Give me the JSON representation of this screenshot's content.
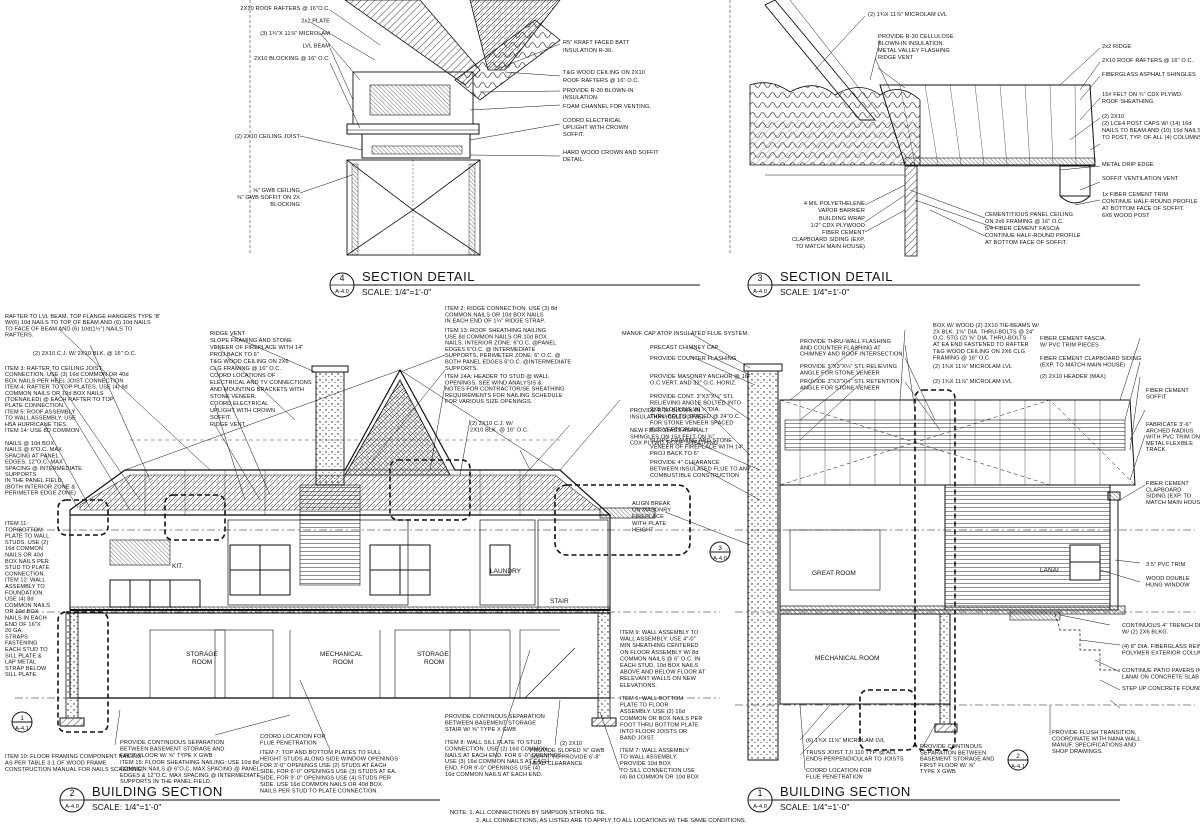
{
  "drawings": {
    "d4": {
      "num": "4",
      "sheet": "A-4.0",
      "title": "SECTION DETAIL",
      "scale": "SCALE:  1/4\"=1'-0\""
    },
    "d3": {
      "num": "3",
      "sheet": "A-4.0",
      "title": "SECTION DETAIL",
      "scale": "SCALE:  1/4\"=1'-0\""
    },
    "d2": {
      "num": "2",
      "sheet": "A-4.0",
      "title": "BUILDING SECTION",
      "scale": "SCALE:  1/4\"=1'-0\""
    },
    "d1": {
      "num": "1",
      "sheet": "A-4.0",
      "title": "BUILDING SECTION",
      "scale": "SCALE:  1/4\"=1'-0\""
    }
  },
  "d4_left": [
    "2X10 ROOF RAFTERS @ 16\"O.C.",
    "2x2 PLATE",
    "(3) 1¾\"X 11⅞\" MICROLAM",
    "LVL BEAM",
    "2X10 BLOCKING @ 16\" O.C.",
    "(2) 2X10 CEILING JOIST",
    "⅝\" GWB CEILING",
    "⅝\" GWB SOFFIT ON 2X",
    "BLOCKING"
  ],
  "d4_right": [
    "R5\" KRAFT FACED BATT",
    "INSULATION R-30.",
    "T&G WOOD CEILING ON 2X10",
    "ROOF RAFTERS @ 16\" O.C.",
    "PROVIDE R-30 BLOWN-IN",
    "INSULATION.",
    "FOAM CHANNEL FOR VENTING.",
    "COORD ELECTRICAL",
    "UPLIGHT WITH CROWN",
    "SOFFIT.",
    "HARD WOOD CROWN AND SOFFIT",
    "DETAIL."
  ],
  "d3_left": [
    "4 MIL POLYETHELENE",
    "VAPOR BARRIER",
    "BUILDING WRAP",
    "1/2\" CDX PLYWOOD",
    "FIBER CEMENT",
    "CLAPBOARD SIDING (EXP.",
    "TO MATCH MAIN HOUSE)"
  ],
  "d3_mid": [
    "(2) 1¾X 11⅞\" MICROLAM LVL",
    "PROVIDE R-30 CELLULOSE",
    "BLOWN-IN INSULATION.",
    "METAL VALLEY FLASHING",
    "RIDGE VENT",
    "CEMENTITIOUS PANEL CEILING",
    "ON 2x6 FRAMING @ 16\" O.C.",
    "5/4 FIBER CEMENT FASCIA",
    "CONTINUE HALF-ROUND PROFILE",
    "AT BOTTOM FACE OF SOFFIT."
  ],
  "d3_right": [
    "2x2 RIDGE",
    "2X10 ROOF RAFTERS @ 16\" O.C.",
    "FIBERGLASS ASPHALT SHINGLES",
    "15# FELT ON ¾\" CDX PLYWD.",
    "ROOF SHEATHING.",
    "(2) 2X10",
    "(2) LCE4 POST CAPS W/ (14) 16d",
    "NAILS TO BEAM AND (10) 16d NAILS",
    "TO POST, TYP. OF ALL (4) COLUMNS",
    "METAL DRIP EDGE",
    "SOFFIT VENTILATION VENT",
    "1x FIBER CEMENT TRIM",
    "CONTINUE HALF-ROUND PROFILE",
    "AT BOTTOM FACE OF SOFFIT.",
    "6X6 WOOD POST"
  ],
  "d2_left": [
    "RAFTER TO LVL BEAM, TOP FLANGE HANGERS TYPE 'B'",
    "W/(6) 10d NAILS TO TOP OF BEAM AND (6) 10d NAILS",
    "TO FACE OF BEAM AND (6) 10d(1½\") NAILS TO",
    "RAFTERS.",
    "(2) 2X10 C.J. W/ 2X10 BLK. @ 16\" O.C.",
    "ITEM 3: RAFTER TO CEILING JOIST",
    "CONNECTION. USE (3) 16d COMMON OR 40d",
    "BOX NAILS PER HEEL JOIST CONNECTION",
    "ITEM 4: RAFTER TO TOP PLATES. USE (4) 8d",
    "COMMON NAILS OR 10d BOX NAILS",
    "(TOENAILED) @ EACH RAFTER TO TOP",
    "PLATE CONNECTION.",
    "ITEM 5: ROOF ASSEMBLY",
    "TO WALL ASSEMBLY. USE",
    "H5A HURRICANE TIES.",
    "ITEM 14: USE 8D COMMON",
    "NAILS @ 10d BOX",
    "NAILS @ 6\"O.C. MAX",
    "SPACING AT PANEL",
    "EDGES, 12\"O.C. MAX",
    "SPACING @ INTERMEDIATE",
    "SUPPORTS",
    "IN THE PANEL FIELD.",
    "(BOTH INTERIOR ZONE &",
    "PERIMETER EDGE ZONE)",
    "ITEM 11:",
    "TOP/BOTTOM",
    "PLATE TO WALL",
    "STUDS. USE (2)",
    "16d COMMON",
    "NAILS OR 40d",
    "BOX NAILS PER",
    "STUD TO PLATE",
    "CONNECTION.",
    "ITEM 12: WALL",
    "ASSEMBLY TO",
    "FOUNDATION.",
    "USE (4) 8d",
    "COMMON NAILS",
    "OR 10d BOX",
    "NAILS IN EACH",
    "END OF 16\"X",
    "20 GA.",
    "STRAPS",
    "FASTENING",
    "EACH STUD TO",
    "SILL PLATE &",
    "LAP METAL",
    "STRAP BELOW",
    "SILL PLATE."
  ],
  "d2_mid": [
    "RIDGE VENT",
    "SLOPE FRAMING AND STONE",
    "VENEER OF FIREPLACE WITH 14\"",
    "PROJ BACK TO 6\"",
    "T&G WOOD CEILING ON 2X6",
    "CLG FRAMING @ 16\" O.C.",
    "COORD LOCATIONS OF",
    "ELECTRICAL AND TV CONNECTIONS",
    "AND MOUNTING BRACKETS WITH",
    "STONE VENEER.",
    "COORD ELECTRICAL",
    "UPLIGHT WITH CROWN",
    "SOFFIT.",
    "RIDGE VENT"
  ],
  "d2_top": [
    "ITEM 2: RIDGE CONNECTION. USE (3) 8d",
    "COMMON NAILS OR 10d BOX NAILS",
    "IN EACH END OF 1¼\" RIDGE STRAP.",
    "ITEM 13: ROOF SHEATHING NAILING",
    "USE 8d COMMON NAILS OR 10d BOX",
    "NAILS. INTERIOR ZONE: 6\"O.C. @PANEL",
    "EDGES 6\"O.C. @ INTERMEDIATE",
    "SUPPORTS, PERIMETER ZONE: 6\" O.C. @",
    "BOTH PANEL EDGES 6\"O.C. @INTERMEDIATE",
    "SUPPORTS.",
    "ITEM 14A: HEADER TO STUD @ WALL",
    "OPENINGS. SEE WIND ANALYSIS &",
    "NOTES FOR CONTRACTOR/SE SHEATHING",
    "REQUIREMENTS FOR NAILING SCHEDULE",
    "FOR VARIOUS SIZE OPENINGS.",
    "(2) 2X10 C.J. W/",
    "2X10 BLK. @ 16\" O.C.",
    "PROVIDE R-30 BLOWN-IN",
    "INSULATION (CELLULOSE).",
    "NEW FIBERGLASS ASPHALT",
    "SHINGLES ON 15# FELT ON ¾\"",
    "CDX PLYWD. ROOF SHEATHING."
  ],
  "d2_rooms": {
    "kit": "KIT.",
    "laundry": "LAUNDRY",
    "stair": "STAIR",
    "storage1": "STORAGE",
    "storage1b": "ROOM",
    "mech": "MECHANICAL",
    "mechb": "ROOM",
    "storage2": "STORAGE",
    "storage2b": "ROOM"
  },
  "d2_bottom": [
    "ITEM 10: FLOOR FRAMING COMPONENT NAILING-",
    "AS PER TABLE 3.1 OF WOOD FRAME",
    "CONSTRUCTION MANUAL FOR NAILS SCHEDULE.",
    "PROVIDE CONTINUOUS SEPARATION",
    "BETWEEN BASEMENT STORAGE AND",
    "FIRST FLOOR W/ ⅝\" TYPE X GWB",
    "ITEM 15: FLOOR SHEATHING NAILING: USE 10d 8d",
    "COMMON NAILS @ 6\"O.C. MAX SPACING @ PANEL",
    "EDGES & 12\"O.C. MAX SPACING @ INTERMEDIATE",
    "SUPPORTS IN THE PANEL FIELD.",
    "COORD LOCATION FOR",
    "FLUE PENETRATION",
    "ITEM 7: TOP AND BOTTOM PLATES TO FULL",
    "HEIGHT STUDS ALONG SIDE WINDOW OPENINGS",
    "FOR 3'-0\" OPENINGS USE (2) STUDS AT EACH",
    "SIDE, FOR 6'-0\" OPENINGS USE (3) STUDS AT EA.",
    "SIDE, FOR 9'-0\" OPENINGS USE (4) STUDS PER",
    "SIDE. USE 16d COMMON NAILS OR 40d BOX",
    "NAILS PER STUD TO PLATE CONNECTION.",
    "PROVIDE CONTINOUS SEPARATION",
    "BETWEEN BASEMENT STORAGE",
    "STAIR W/ ⅝\" TYPE X GWB",
    "ITEM 8: WALL SILL PLATE TO STUD",
    "CONNECTION. USE (2) 16d COMMON",
    "NAILS AT EACH END. FOR 6'-0\" OPENINGS",
    "USE (3) 16d COMMON NAILS AT EACH",
    "END, FOR 9'-0\" OPENINGS USE (4)",
    "16d COMMON NAILS AT EACH END.",
    "PROVIDE SLOPED ⅝\" GWB",
    "SOFFIT TO PROVIDE 6'-8\"",
    "HEAD CLEARANCE",
    "(2) 2X10"
  ],
  "d2_right": [
    "MANUF CAP ATOP INSULATED FLUE SYSTEM.",
    "PRECAST CHIMNEY CAP",
    "PROVIDE COUNTER FLASHING",
    "PROVIDE MASONRY ANCHOR @ 16\"",
    "O.C.VERT. AND 32\" O.C. HORIZ.",
    "PROVIDE CONT. 3\"X3\"X¼\" STL",
    "RELIEVING ANGLE BOLTED INTO",
    "2X8 BLOCKING W/ ½\"DIA.",
    "THRU-BOLTS SPACED @ 24\"O.C.",
    "FOR STONE VENEER SPACED",
    "8'-0\" VERTICALLY",
    "SLOPE FRAMING AND STONE",
    "VENEER OF FIREPLACE WITH 14\"",
    "PROJ BACK TO 6\"",
    "PROVIDE 4\" CLEARANCE",
    "BETWEEN INSULATED FLUE TO ANY",
    "COMBUSTIBLE CONSTRUCTION",
    "ALIGN BREAK",
    "ON MASONRY",
    "FIREPLACE",
    "WITH PLATE",
    "HEIGHT",
    "ITEM 9: WALL ASSEMBLY TO",
    "WALL ASSEMBLY. USE 4\"-0\"",
    "MIN SHEATHING CENTERED",
    "ON FLOOR ASSEMBLY W/ 8d",
    "COMMON NAILS @ 6\" O.C. IN",
    "EACH STUD, 10d BOX NAILS",
    "ABOVE AND BELOW FLOOR AT",
    "RELEVANT WALLS ON NEW",
    "ELEVATIONS.",
    "ITEM 6: WALL BOTTOM",
    "PLATE TO FLOOR",
    "ASSEMBLY. USE (2) 16d",
    "COMMON OR BOX NAILS PER",
    "FOOT THRU BOTTOM PLATE",
    "INTO FLOOR JOISTS OR",
    "BAND JOIST.",
    "ITEM 7: WALL ASSEMBLY",
    "TO WALL ASSEMBLY.",
    "PROVIDE 10d BOX",
    "TO SILL CONNECTION USE",
    "(4) 8d COMMON OR 10d BOX",
    "NAILS PER JOIST."
  ],
  "d1_top": [
    "BOX W/ WOOD (2) 2X10 TIE-BEAMS W/",
    "2X BLK. 1⅝\" DIA. THRU-BOLTS @ 24\"",
    "O.C. STG (2) ⅝\" DIA. THRU-BOLTS",
    "AT EA END FASTENED TO RAFTER",
    "T&G WOOD CEILING ON 2X6 CLG",
    "FRAMING @ 16\" O.C.",
    "(2) 1¾X 11⅞\" MICROLAM LVL",
    "(2) 1¾X 11⅞\" MICROLAM LVL",
    "PROVIDE THRU-WALL FLASHING",
    "AND COUNTER FLASHING AT",
    "CHIMNEY AND ROOF INTERSECTION",
    "PROVIDE 3\"X3\"X¼\" STL RELIEVING",
    "ANGLE FOR STONE VENEER",
    "PROVIDE 3\"X3\"X¼\" STL RETENTION",
    "ANGLE FOR STONE VENEER",
    "FIBER CEMENT FASCIA",
    "W/ PVC TRIM PIECES",
    "FIBER CEMENT CLAPBOARD SIDING",
    "(EXP. TO MATCH MAIN HOUSE)",
    "(2) 2X10 HEADER (MAX)",
    "FIBER CEMENT",
    "SOFFIT",
    "FABRICATE 3'-6\"",
    "ARCHED RADIUS",
    "WITH PVC TRIM ON",
    "METAL FLEXIBLE",
    "TRACK",
    "FIBER CEMENT",
    "CLAPBOARD",
    "SIDING (EXP. TO",
    "MATCH MAIN HOUSE)",
    "3.5\" PVC TRIM",
    "WOOD DOUBLE",
    "HUNG WINDOW"
  ],
  "d1_rooms": {
    "great": "GREAT ROOM",
    "lanai": "LANAI",
    "mech": "MECHANICAL ROOM"
  },
  "d1_bottom": [
    "(6) 1¾X 11⅞\" MICROLAM LVL",
    "TRUSS JOIST TJI 110 TYP. @ ALL",
    "ENDS PERPENDICULAR TO JOISTS",
    "COORD LOCATION FOR",
    "FLUE PENETRATION",
    "PROVIDE CONTINOUS",
    "SEPARATION BETWEEN",
    "BASEMENT STORAGE AND",
    "FIRST FLOOR W/ ⅝\"",
    "TYPE X GWB",
    "PROVIDE FLUSH TRANSITION,",
    "COORDINATE WITH NANA WALL",
    "MANUF. SPECIFICATIONS AND",
    "SHOP DRAWINGS.",
    "CONTINUOUS 4\" TRENCH DRAIN",
    "W/ (2) 2X6 BLKG.",
    "(4) 8\" DIA. FIBERGLASS REINF.",
    "POLYMER EXTERIOR COLUMNS",
    "CONTINUE PATIO PAVERS INTO",
    "LANAI ON CONCRETE SLAB",
    "STEP UP CONCRETE FOUNDATION"
  ],
  "callouts": {
    "c3": "3",
    "c3s": "A-4.0",
    "c1": "1",
    "c1s": "A-4.1",
    "c2": "2",
    "c2s": "A-4.1"
  },
  "notes": [
    "NOTE:   1.  ALL CONNECTIONS BY SIMPSON STRONG TIE.",
    "2.  ALL CONNECTIONS, AS LISTED ARE TO APPLY TO ALL LOCATIONS W/ THE SAME CONDITIONS."
  ]
}
